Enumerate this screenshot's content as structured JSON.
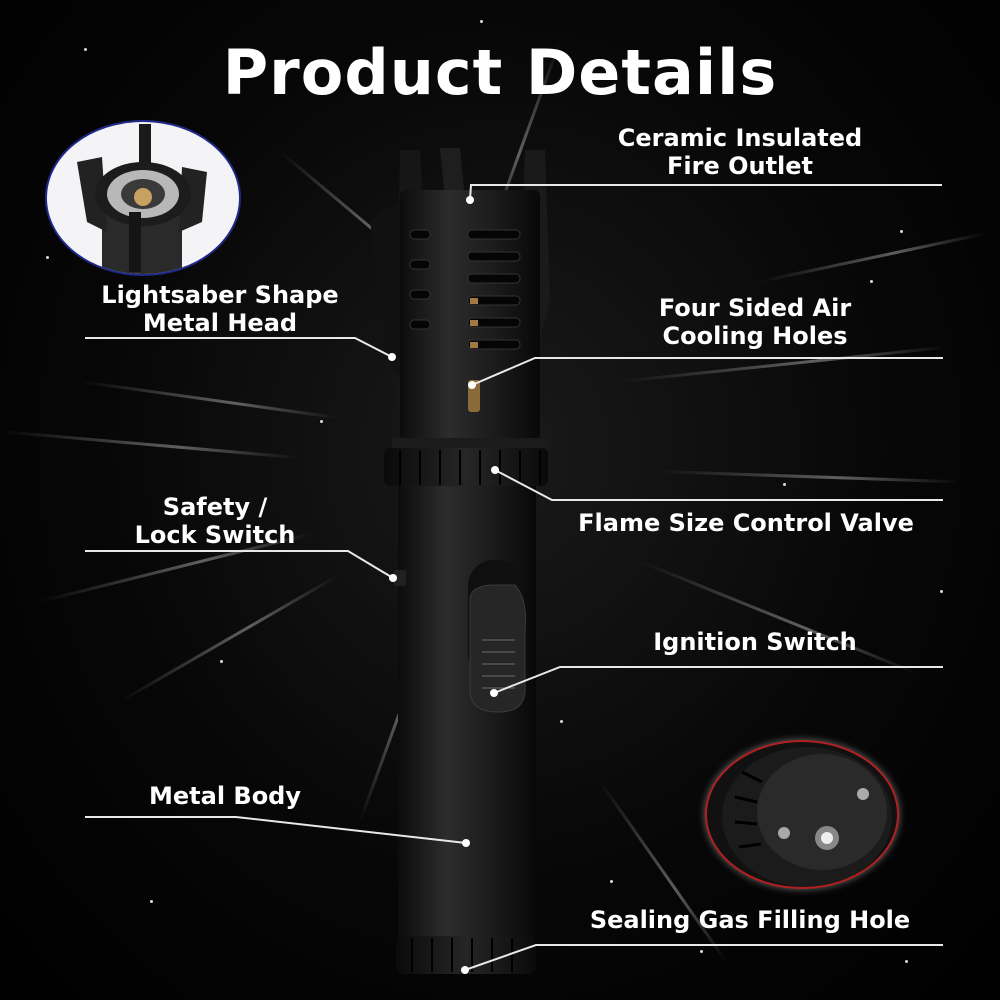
{
  "title": "Product Details",
  "callouts": [
    {
      "id": "fire-outlet",
      "lines": [
        "Ceramic Insulated",
        "Fire Outlet"
      ],
      "side": "right"
    },
    {
      "id": "metal-head",
      "lines": [
        "Lightsaber Shape",
        "Metal Head"
      ],
      "side": "left"
    },
    {
      "id": "cooling-holes",
      "lines": [
        "Four Sided Air",
        "Cooling Holes"
      ],
      "side": "right"
    },
    {
      "id": "flame-valve",
      "lines": [
        "Flame Size Control Valve"
      ],
      "side": "right"
    },
    {
      "id": "safety-switch",
      "lines": [
        "Safety /",
        "Lock Switch"
      ],
      "side": "left"
    },
    {
      "id": "ignition-switch",
      "lines": [
        "Ignition Switch"
      ],
      "side": "right"
    },
    {
      "id": "metal-body",
      "lines": [
        "Metal Body"
      ],
      "side": "left"
    },
    {
      "id": "gas-filling-hole",
      "lines": [
        "Sealing Gas Filling Hole"
      ],
      "side": "right"
    }
  ],
  "insets": [
    {
      "id": "head-closeup",
      "depicts": "top view of lightsaber-shaped metal head with ceramic fire outlet",
      "ring_color": "#1f2a8a"
    },
    {
      "id": "bottom-closeup",
      "depicts": "bottom cap with sealing gas filling valve and two screws",
      "ring_color": "#b02020"
    }
  ],
  "colors": {
    "background": "#000000",
    "text": "#ffffff",
    "leader": "#e8e8e8",
    "product": "#1c1c1c"
  }
}
